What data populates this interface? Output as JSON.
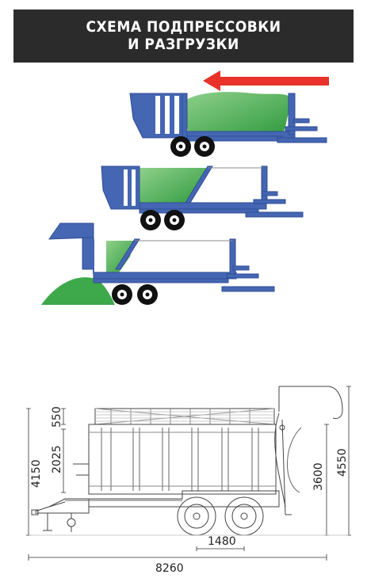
{
  "header": {
    "line1": "СХЕМА ПОДПРЕССОВКИ",
    "line2": "И РАЗГРУЗКИ"
  },
  "colors": {
    "body_blue": "#4466b3",
    "load_green": "#3da94a",
    "arrow_red": "#e8322b",
    "banner_bg": "#2b2b2b",
    "line_drawing": "#444444"
  },
  "dimensions": {
    "height_550": "550",
    "height_2025": "2025",
    "height_4150": "4150",
    "height_3600": "3600",
    "height_4550": "4550",
    "wheelbase_1480": "1480",
    "length_8260": "8260"
  }
}
